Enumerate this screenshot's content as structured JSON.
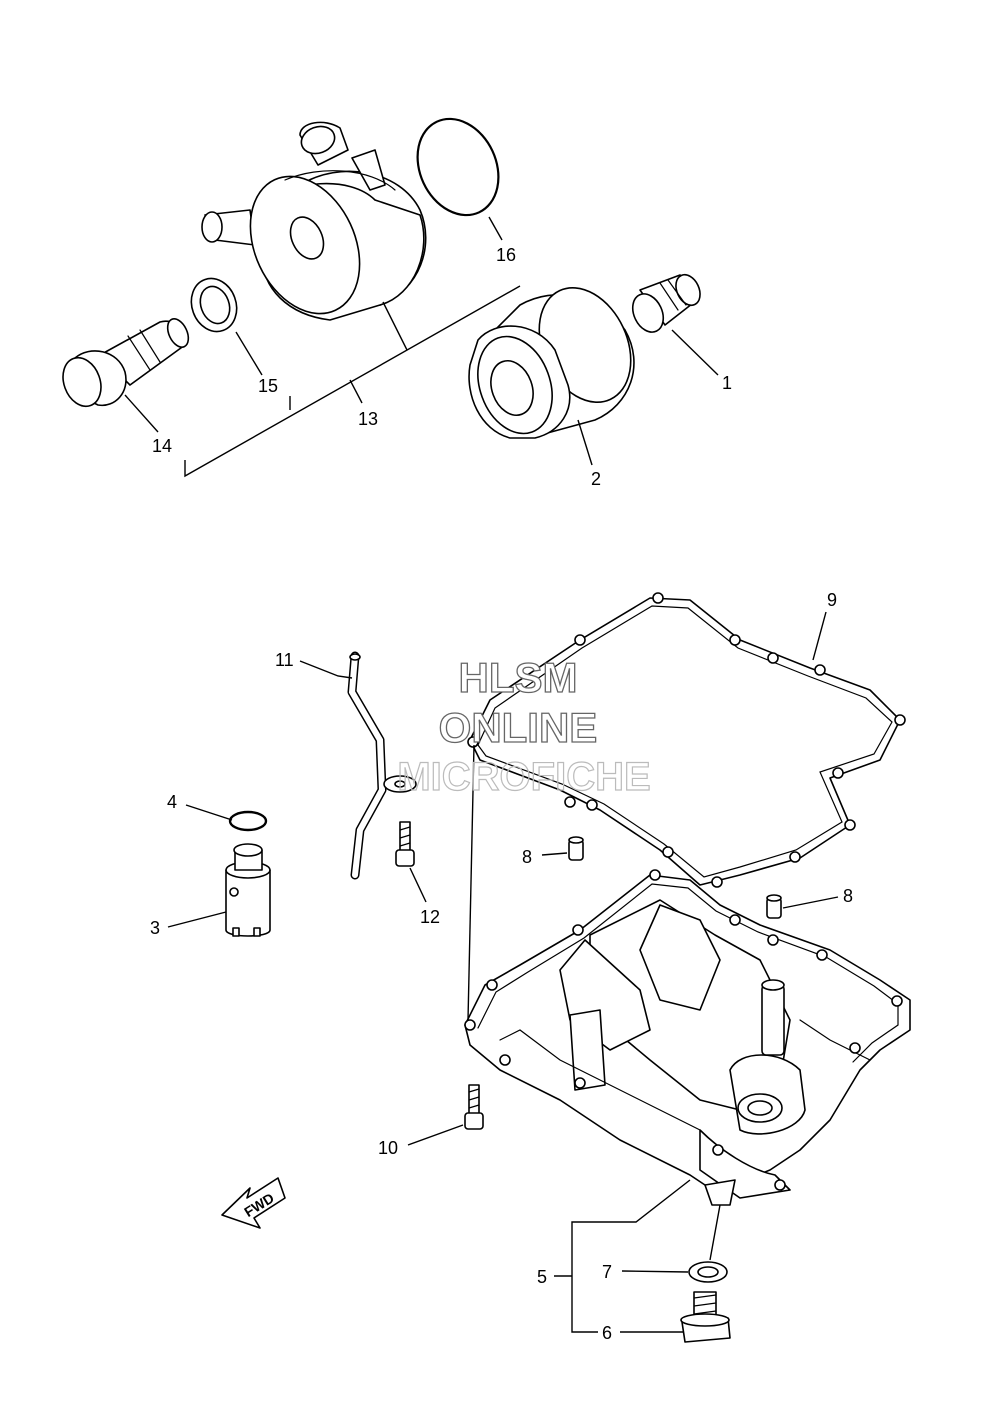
{
  "watermark": {
    "line1": "HLSM",
    "line2": "ONLINE",
    "line3": "MICROFICHE"
  },
  "direction_marker": {
    "label": "FWD"
  },
  "callouts": [
    {
      "id": "c1",
      "text": "1"
    },
    {
      "id": "c2",
      "text": "2"
    },
    {
      "id": "c3",
      "text": "3"
    },
    {
      "id": "c4",
      "text": "4"
    },
    {
      "id": "c5",
      "text": "5"
    },
    {
      "id": "c6",
      "text": "6"
    },
    {
      "id": "c7",
      "text": "7"
    },
    {
      "id": "c8a",
      "text": "8"
    },
    {
      "id": "c8b",
      "text": "8"
    },
    {
      "id": "c9",
      "text": "9"
    },
    {
      "id": "c10",
      "text": "10"
    },
    {
      "id": "c11",
      "text": "11"
    },
    {
      "id": "c12",
      "text": "12"
    },
    {
      "id": "c13",
      "text": "13"
    },
    {
      "id": "c14",
      "text": "14"
    },
    {
      "id": "c15",
      "text": "15"
    },
    {
      "id": "c16",
      "text": "16"
    }
  ]
}
